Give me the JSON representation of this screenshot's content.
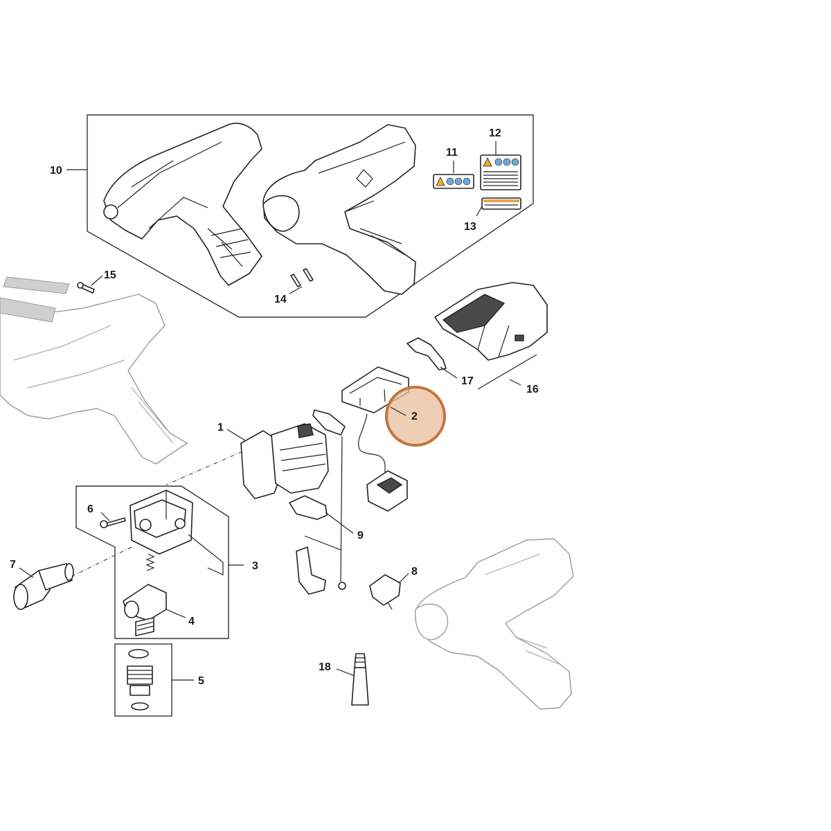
{
  "callouts": {
    "c1": "1",
    "c2": "2",
    "c3": "3",
    "c4": "4",
    "c5": "5",
    "c6": "6",
    "c7": "7",
    "c8": "8",
    "c9": "9",
    "c10": "10",
    "c11": "11",
    "c12": "12",
    "c13": "13",
    "c14": "14",
    "c15": "15",
    "c16": "16",
    "c17": "17",
    "c18": "18"
  },
  "highlight": {
    "part": "2",
    "fill_color": "#e8bd9b",
    "stroke_color": "#c4743a"
  }
}
